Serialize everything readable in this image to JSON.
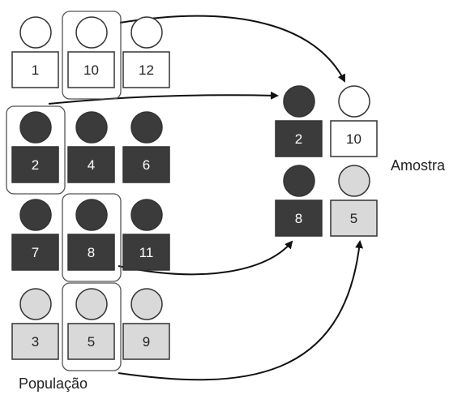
{
  "labels": {
    "population": "População",
    "sample": "Amostra"
  },
  "colors": {
    "white": "#ffffff",
    "dark": "#3b3b3b",
    "gray": "#d9d9d9",
    "stroke": "#333333",
    "text_on_dark": "#ffffff",
    "text_on_light": "#222222"
  },
  "population": [
    {
      "n": "1",
      "color": "white",
      "selected": false
    },
    {
      "n": "10",
      "color": "white",
      "selected": true
    },
    {
      "n": "12",
      "color": "white",
      "selected": false
    },
    {
      "n": "2",
      "color": "dark",
      "selected": true
    },
    {
      "n": "4",
      "color": "dark",
      "selected": false
    },
    {
      "n": "6",
      "color": "dark",
      "selected": false
    },
    {
      "n": "7",
      "color": "dark",
      "selected": false
    },
    {
      "n": "8",
      "color": "dark",
      "selected": true
    },
    {
      "n": "11",
      "color": "dark",
      "selected": false
    },
    {
      "n": "3",
      "color": "gray",
      "selected": false
    },
    {
      "n": "5",
      "color": "gray",
      "selected": true
    },
    {
      "n": "9",
      "color": "gray",
      "selected": false
    }
  ],
  "sample": [
    {
      "n": "2",
      "color": "dark"
    },
    {
      "n": "10",
      "color": "white"
    },
    {
      "n": "8",
      "color": "dark"
    },
    {
      "n": "5",
      "color": "gray"
    }
  ]
}
